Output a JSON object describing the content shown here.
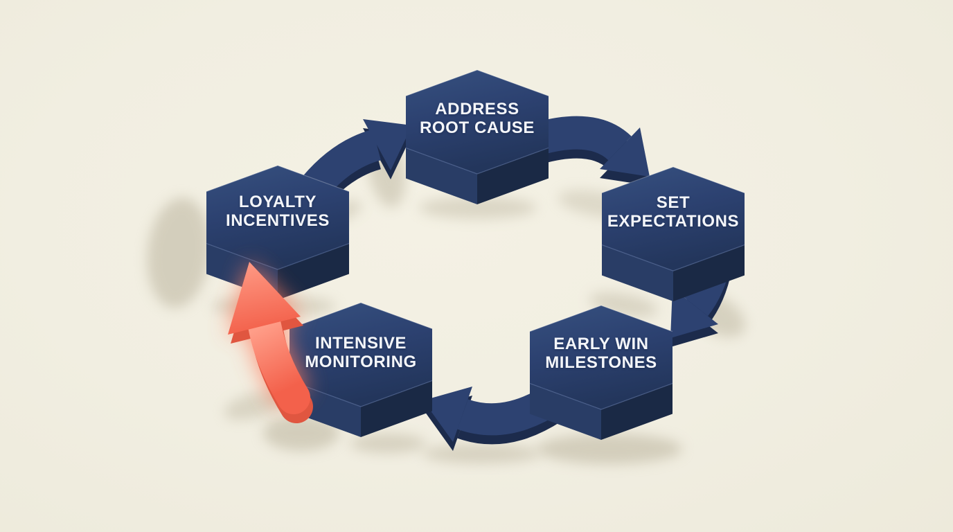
{
  "diagram": {
    "type": "cycle",
    "flow_direction": "clockwise",
    "nodes": [
      {
        "id": "address-root-cause",
        "label": "ADDRESS\nROOT CAUSE"
      },
      {
        "id": "set-expectations",
        "label": "SET\nEXPECTATIONS"
      },
      {
        "id": "early-win-milestones",
        "label": "EARLY WIN\nMILESTONES"
      },
      {
        "id": "intensive-monitoring",
        "label": "INTENSIVE\nMONITORING"
      },
      {
        "id": "loyalty-incentives",
        "label": "LOYALTY\nINCENTIVES"
      }
    ],
    "connections": [
      {
        "from": "address-root-cause",
        "to": "set-expectations",
        "highlighted": false
      },
      {
        "from": "set-expectations",
        "to": "early-win-milestones",
        "highlighted": false
      },
      {
        "from": "early-win-milestones",
        "to": "intensive-monitoring",
        "highlighted": false
      },
      {
        "from": "intensive-monitoring",
        "to": "loyalty-incentives",
        "highlighted": true
      },
      {
        "from": "loyalty-incentives",
        "to": "address-root-cause",
        "highlighted": false
      }
    ],
    "colors": {
      "background": "#f1eee1",
      "node_face": "#2e4372",
      "node_side_left": "#293d66",
      "node_side_right": "#1a2945",
      "arrow": "#2d4271",
      "arrow_depth": "#1c2b4c",
      "highlight_arrow": "#fb8470",
      "highlight_arrow_depth": "#e05640",
      "highlight_glow": "#ff7e61",
      "label_text": "#f4f6fa",
      "shadow": "#b6ae97"
    }
  }
}
